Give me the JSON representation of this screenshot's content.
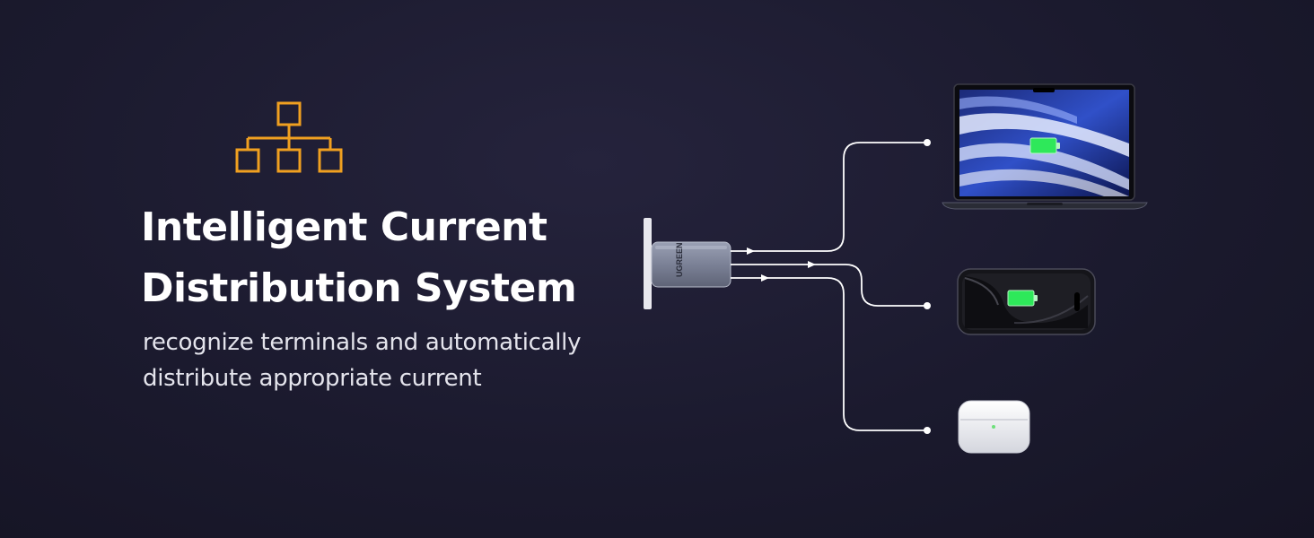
{
  "hero": {
    "title_line1": "Intelligent Current",
    "title_line2": "Distribution System",
    "subtitle_line1": "recognize terminals and automatically",
    "subtitle_line2": "distribute appropriate current"
  },
  "charger": {
    "brand": "UGREEN"
  },
  "icons": {
    "hierarchy": "hierarchy-icon",
    "battery": "battery-charging-icon"
  },
  "colors": {
    "accent": "#f0a020",
    "battery": "#2ee85a",
    "line": "#ffffff"
  }
}
